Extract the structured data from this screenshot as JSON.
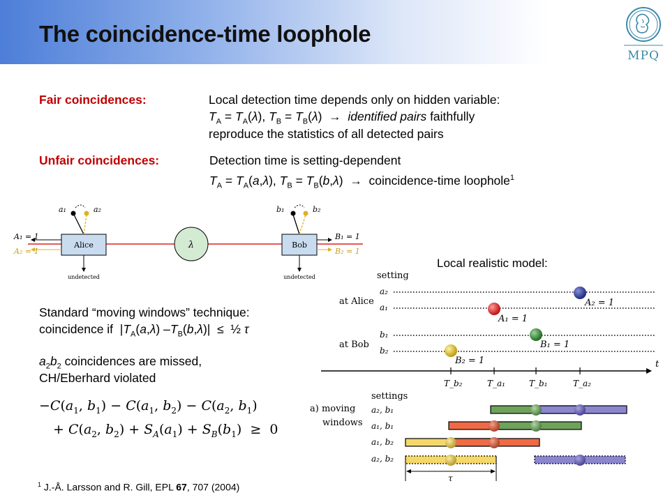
{
  "slide": {
    "title": "The coincidence-time loophole",
    "logo_text": "MPQ",
    "fair": {
      "label": "Fair coincidences:",
      "line1": "Local detection time depends only on hidden variable:",
      "line2_math": "T_A = T_A(λ), T_B = T_B(λ) → identified pairs faithfully",
      "line3": "reproduce the statistics of all detected pairs"
    },
    "unfair": {
      "label": "Unfair coincidences:",
      "line1": "Detection time is setting-dependent",
      "line2_math": "T_A = T_A(a,λ), T_B = T_B(b,λ) → coincidence-time loophole¹"
    },
    "moving": {
      "line1": "Standard “moving windows” technique:",
      "line2_math": "coincidence if |T_A(a,λ) −T_B(b,λ)| ≤ ½τ"
    },
    "missed": {
      "line1_math": "a₂b₂ coincidences are missed,",
      "line2": "CH/Eberhard violated"
    },
    "ineq": {
      "line1": "−C(a₁, b₁) − C(a₁, b₂) − C(a₂, b₁)",
      "line2": "+ C(a₂, b₂) + S_A(a₁) + S_B(b₁) ≥ 0"
    },
    "model_label": "Local realistic model:",
    "footnote": "¹ J.-Å. Larsson and R. Gill, EPL 67, 707 (2004)"
  },
  "setup_diagram": {
    "alice": "Alice",
    "bob": "Bob",
    "lambda": "λ",
    "a1": "a₁",
    "a2": "a₂",
    "b1": "b₁",
    "b2": "b₂",
    "A1": "A₁ = 1",
    "A2": "A₂ = 1",
    "B1": "B₁ = 1",
    "B2": "B₂ = 1",
    "undetected": "undetected"
  },
  "timing_diagram": {
    "setting": "setting",
    "at_alice": "at Alice",
    "at_bob": "at Bob",
    "a2": "a₂",
    "a1": "a₁",
    "b1": "b₁",
    "b2": "b₂",
    "A2": "A₂ = 1",
    "A1": "A₁ = 1",
    "B1": "B₁ = 1",
    "B2": "B₂ = 1",
    "t": "t",
    "Tb2": "T_b₂",
    "Ta1": "T_a₁",
    "Tb1": "T_b₁",
    "Ta2": "T_a₂",
    "settings": "settings",
    "moving": "a)  moving",
    "windows": "windows",
    "r1": "a₂, b₁",
    "r2": "a₁, b₁",
    "r3": "a₁, b₂",
    "r4": "a₂, b₂",
    "tau": "τ"
  },
  "colors": {
    "red": "#c00000",
    "ball_red": "#d41f1f",
    "ball_blue": "#2d3b8c",
    "ball_green": "#2f7d2f",
    "ball_yellow": "#d4b21a",
    "bar_green": "#6fa25a",
    "bar_blue": "#8c86cf",
    "bar_red": "#ef6a45",
    "bar_yellow": "#f5d86a"
  }
}
